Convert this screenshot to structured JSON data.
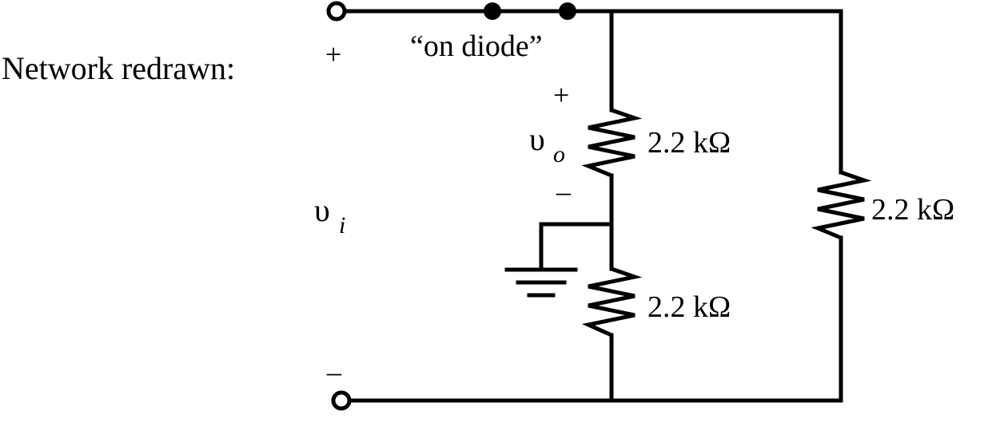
{
  "figure": {
    "heading": "Network redrawn:",
    "diode_label": "“on diode”",
    "input": {
      "symbol": "υ",
      "subscript": "i",
      "plus": "+",
      "minus": "–"
    },
    "output": {
      "symbol": "υ",
      "subscript": "o",
      "plus": "+",
      "minus": "–"
    },
    "resistors": [
      {
        "label": "2.2 kΩ"
      },
      {
        "label": "2.2 kΩ"
      },
      {
        "label": "2.2 kΩ"
      }
    ]
  }
}
